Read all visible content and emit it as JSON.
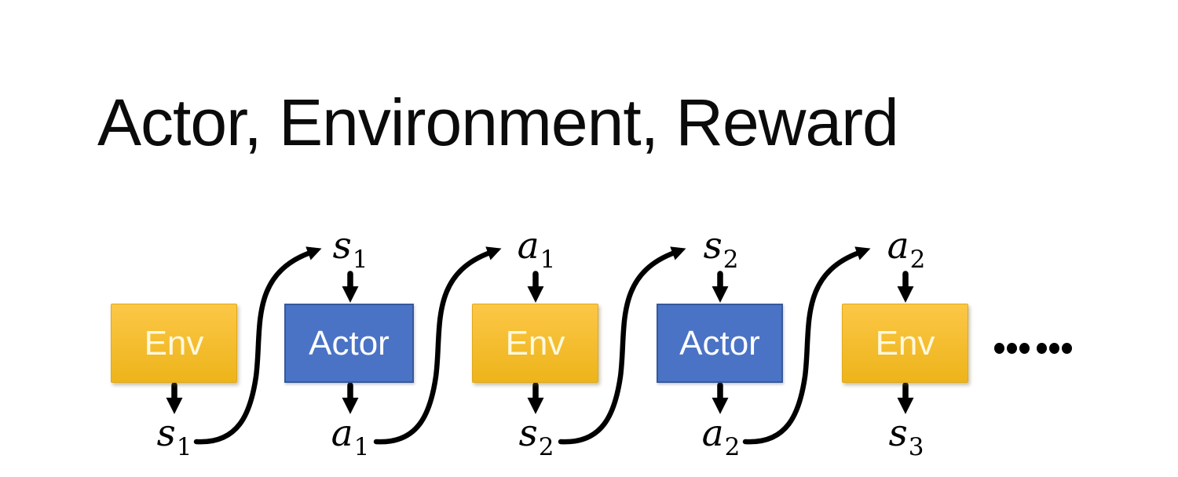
{
  "title": "Actor, Environment, Reward",
  "diagram": {
    "boxes": [
      {
        "label": "Env",
        "kind": "environment"
      },
      {
        "label": "Actor",
        "kind": "actor"
      },
      {
        "label": "Env",
        "kind": "environment"
      },
      {
        "label": "Actor",
        "kind": "actor"
      },
      {
        "label": "Env",
        "kind": "environment"
      }
    ],
    "top_labels": [
      {
        "base": "s",
        "sub": "1"
      },
      {
        "base": "a",
        "sub": "1"
      },
      {
        "base": "s",
        "sub": "2"
      },
      {
        "base": "a",
        "sub": "2"
      }
    ],
    "bottom_labels": [
      {
        "base": "s",
        "sub": "1"
      },
      {
        "base": "a",
        "sub": "1"
      },
      {
        "base": "s",
        "sub": "2"
      },
      {
        "base": "a",
        "sub": "2"
      },
      {
        "base": "s",
        "sub": "3"
      }
    ],
    "ellipsis": "……"
  },
  "colors": {
    "env_gradient_top": "#FCC747",
    "env_gradient_bottom": "#EDB41A",
    "env_border": "#E0A91A",
    "env_text": "#FEF8DE",
    "actor_fill": "#4A73C6",
    "actor_border": "#37599B",
    "actor_text": "#FFFFFF",
    "arrow": "#000000"
  }
}
